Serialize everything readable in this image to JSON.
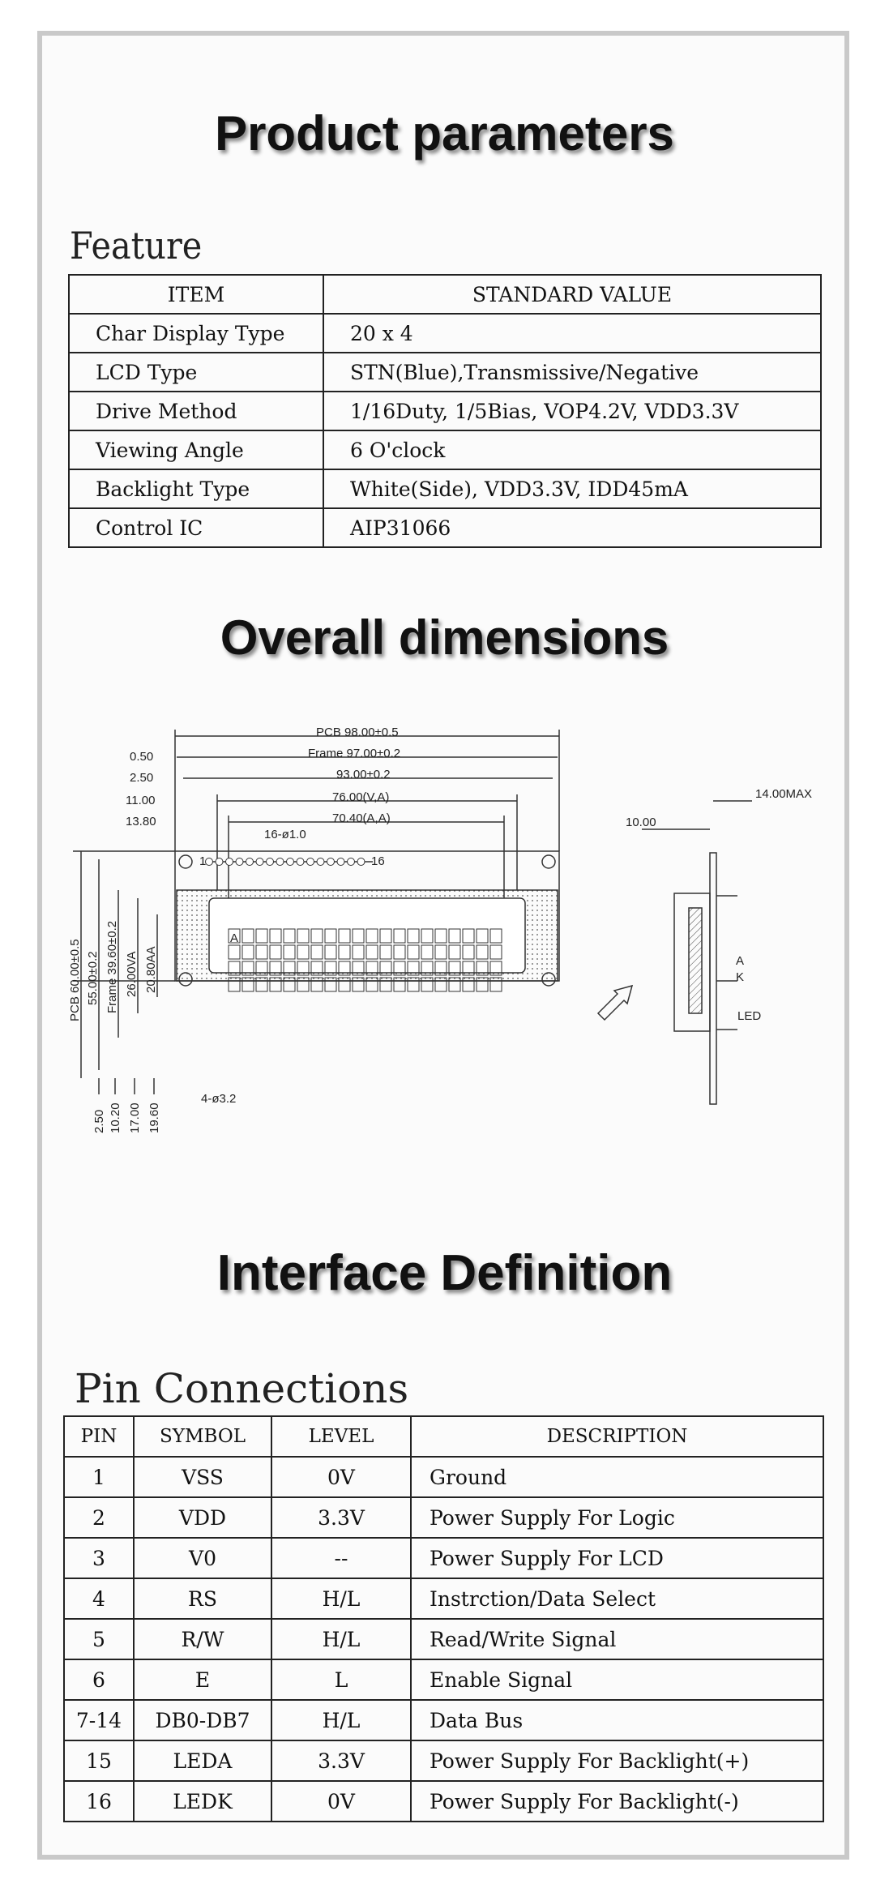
{
  "headings": {
    "product_parameters": "Product parameters",
    "overall_dimensions": "Overall dimensions",
    "interface_definition": "Interface Definition"
  },
  "feature": {
    "title": "Feature",
    "columns": [
      "ITEM",
      "STANDARD VALUE"
    ],
    "rows": [
      [
        "Char Display Type",
        "20 x 4"
      ],
      [
        "LCD Type",
        "STN(Blue),Transmissive/Negative"
      ],
      [
        "Drive Method",
        "1/16Duty, 1/5Bias, VOP4.2V, VDD3.3V"
      ],
      [
        "Viewing Angle",
        "6 O'clock"
      ],
      [
        "Backlight Type",
        "White(Side), VDD3.3V, IDD45mA"
      ],
      [
        "Control IC",
        "AIP31066"
      ]
    ]
  },
  "drawing": {
    "pcb_w": "PCB 98.00±0.5",
    "frame_w": "Frame 97.00±0.2",
    "w93": "93.00±0.2",
    "va_w": "76.00(V,A)",
    "aa_w": "70.40(A,A)",
    "left_050": "0.50",
    "left_250": "2.50",
    "left_1100": "11.00",
    "left_1380": "13.80",
    "pins_label": "16-ø1.0",
    "pin_first": "1",
    "pin_last": "16",
    "pcb_h": "PCB 60.00±0.5",
    "h55": "55.00±0.2",
    "frame_h": "Frame 39.60±0.2",
    "va_h": "26.00VA",
    "aa_h": "20.80AA",
    "char_a": "A",
    "hole_label": "4-ø3.2",
    "bottom_250": "2.50",
    "bottom_1020": "10.20",
    "bottom_1700": "17.00",
    "bottom_1960": "19.60",
    "side_10": "10.00",
    "side_14max": "14.00MAX",
    "side_a": "A",
    "side_k": "K",
    "side_led": "LED"
  },
  "pins": {
    "title": "Pin Connections",
    "columns": [
      "PIN",
      "SYMBOL",
      "LEVEL",
      "DESCRIPTION"
    ],
    "rows": [
      [
        "1",
        "VSS",
        "0V",
        "Ground"
      ],
      [
        "2",
        "VDD",
        "3.3V",
        "Power Supply For Logic"
      ],
      [
        "3",
        "V0",
        "--",
        "Power Supply For LCD"
      ],
      [
        "4",
        "RS",
        "H/L",
        "Instrction/Data Select"
      ],
      [
        "5",
        "R/W",
        "H/L",
        "Read/Write Signal"
      ],
      [
        "6",
        "E",
        "L",
        "Enable Signal"
      ],
      [
        "7-14",
        "DB0-DB7",
        "H/L",
        "Data Bus"
      ],
      [
        "15",
        "LEDA",
        "3.3V",
        "Power Supply For Backlight(+)"
      ],
      [
        "16",
        "LEDK",
        "0V",
        "Power Supply For Backlight(-)"
      ]
    ]
  }
}
